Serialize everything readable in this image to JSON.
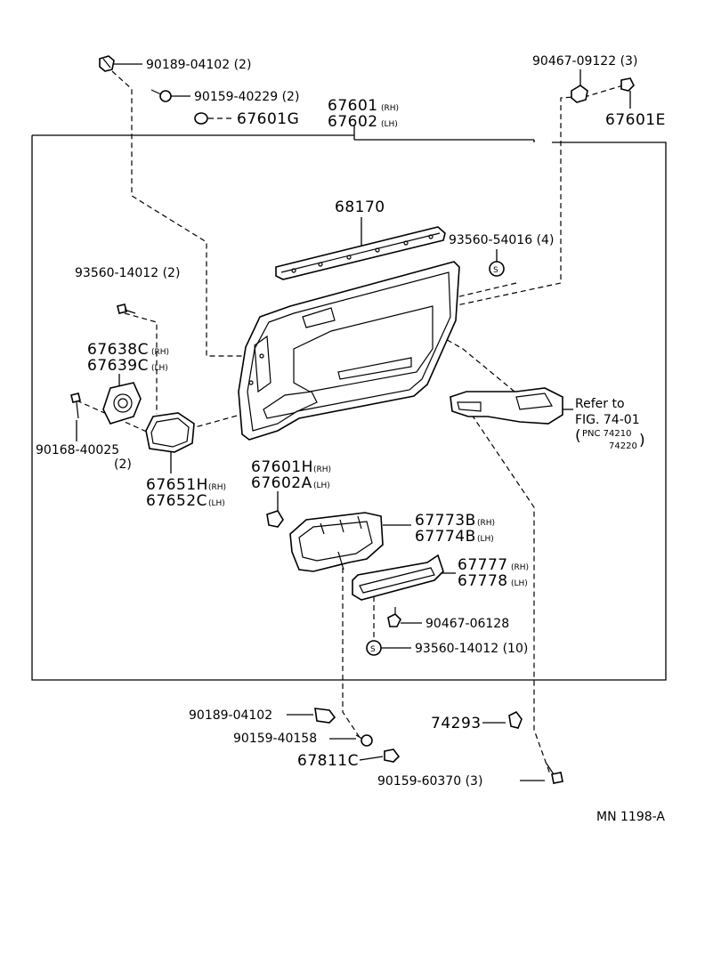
{
  "labels": {
    "p90189_04102_top": "90189-04102 (2)",
    "p90159_40229": "90159-40229 (2)",
    "p67601G": "67601G",
    "p67601_rh": "67601",
    "p67602_lh": "67602",
    "p90467_09122": "90467-09122 (3)",
    "p67601E": "67601E",
    "p68170": "68170",
    "p93560_54016": "93560-54016 (4)",
    "p93560_14012_2": "93560-14012 (2)",
    "p67638C": "67638C",
    "p67639C": "67639C",
    "p90168_40025": "90168-40025",
    "p90168_qty": "(2)",
    "p67651H": "67651H",
    "p67652C": "67652C",
    "refer_to": "Refer to",
    "fig_ref": "FIG. 74-01",
    "pnc_1": "PNC 74210",
    "pnc_2": "74220",
    "p67601H": "67601H",
    "p67602A": "67602A",
    "p67773B": "67773B",
    "p67774B": "67774B",
    "p67777": "67777",
    "p67778": "67778",
    "p90467_06128": "90467-06128",
    "p93560_14012_10": "93560-14012 (10)",
    "p90189_04102_bot": "90189-04102",
    "p74293": "74293",
    "p90159_40158": "90159-40158",
    "p67811C": "67811C",
    "p90159_60370": "90159-60370 (3)",
    "diagram_id": "MN 1198-A"
  },
  "side": {
    "rh": "(RH)",
    "lh": "(LH)"
  },
  "symbols": {
    "screw_s": "S"
  }
}
